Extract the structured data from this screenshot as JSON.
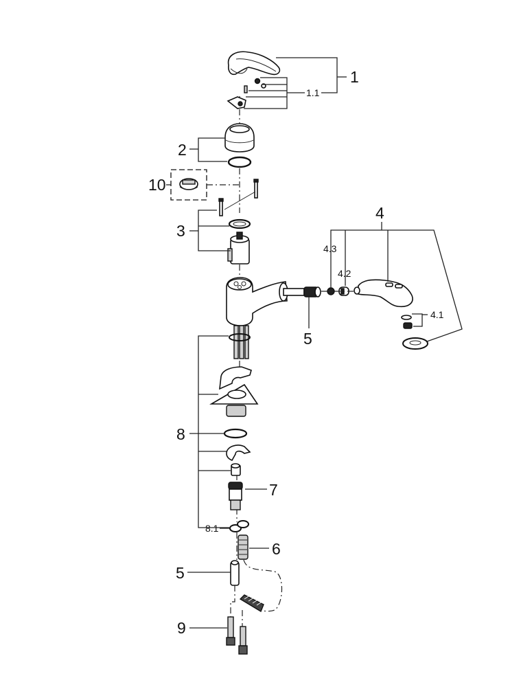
{
  "diagram": {
    "title": "Exploded parts view — pull-out kitchen faucet",
    "labels": {
      "p1": "1",
      "p1_1": "1.1",
      "p2": "2",
      "p10": "10",
      "p3": "3",
      "p4": "4",
      "p4_3": "4.3",
      "p4_2": "4.2",
      "p4_1": "4.1",
      "p5_spray": "5",
      "p8": "8",
      "p7": "7",
      "p8_1": "8.1",
      "p6": "6",
      "p5_lower": "5",
      "p9": "9"
    }
  }
}
